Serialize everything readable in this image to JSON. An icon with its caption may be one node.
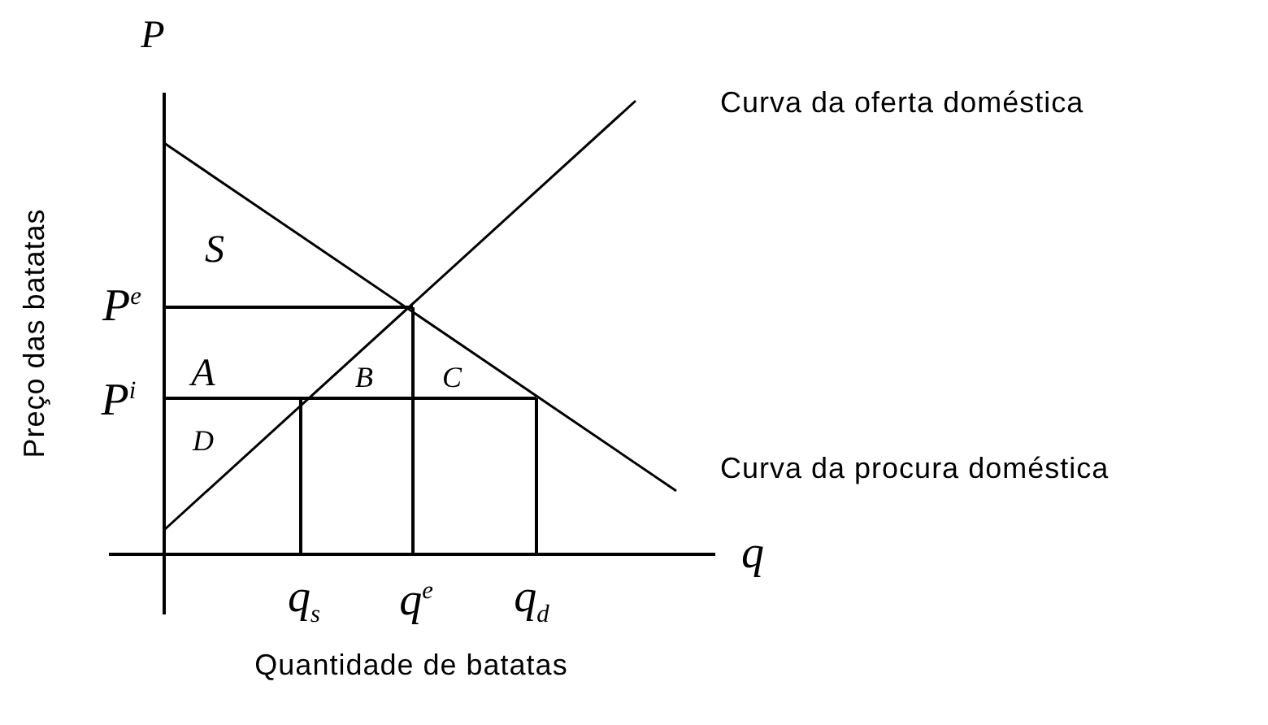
{
  "diagram": {
    "labels": [
      "P",
      "Curva da oferta doméstica",
      "Preço das batatas",
      "S",
      "P$^{e}$",
      "A",
      "B",
      "C",
      "P$^{i}$",
      "D",
      "Curva da procura doméstica",
      "q",
      "q$_{s}$",
      "q$^{e}$",
      "q$_{d}$",
      "Quantidade de batatas"
    ]
  }
}
